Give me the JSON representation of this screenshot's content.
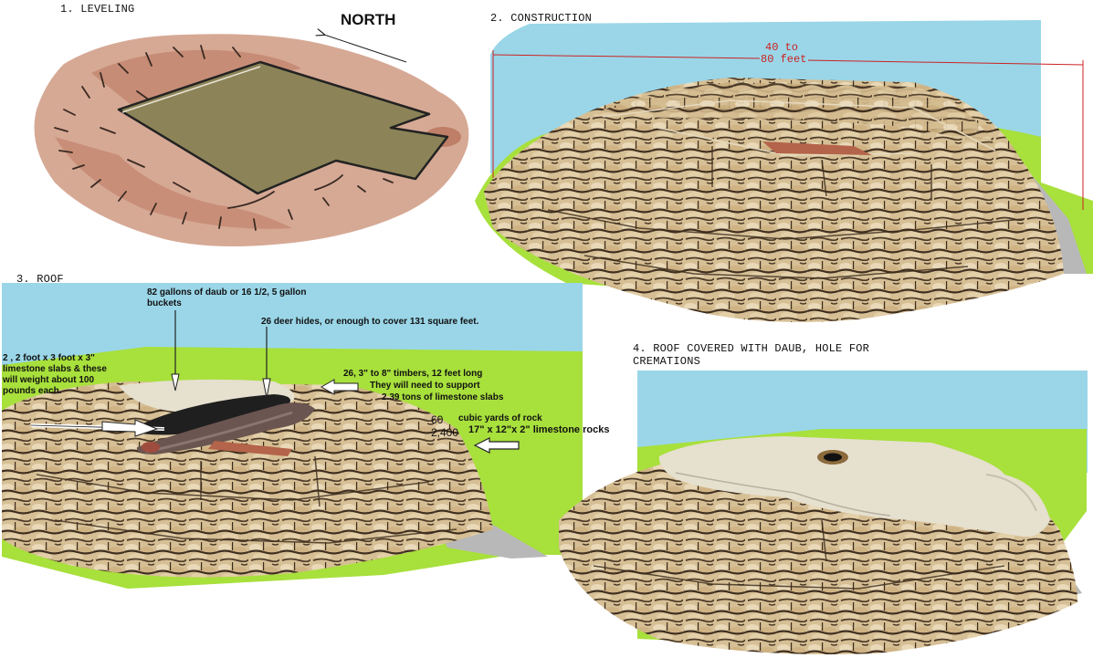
{
  "panels": {
    "leveling": {
      "title": "1. LEVELING",
      "north_label": "NORTH"
    },
    "construction": {
      "title": "2. CONSTRUCTION",
      "dimension_line1": "40 to",
      "dimension_line2": "80 feet"
    },
    "roof": {
      "title": "3. ROOF",
      "daub_label": "82 gallons of daub or 16 1/2, 5 gallon buckets",
      "hides_label": "26 deer hides, or enough to cover 131 square feet.",
      "slabs_label": "2 , 2 foot x 3 foot x 3\" limestone slabs & these will weight about 100 pounds each.",
      "timbers_line1": "26, 3\" to 8\" timbers, 12 feet long",
      "timbers_line2": "They will need to support",
      "timbers_line3": "2.39 tons of limestone slabs",
      "rock_qty_1": "60",
      "rock_qty_2": "2,400",
      "rock_line1": "cubic yards of rock",
      "rock_line2": "17\" x 12\"x 2\" limestone rocks"
    },
    "covered": {
      "title_line1": "4. ROOF COVERED WITH DAUB, HOLE FOR",
      "title_line2": "CREMATIONS"
    }
  },
  "colors": {
    "sky": "#9ad6e8",
    "grass": "#a8e03c",
    "earth": "#c8917a",
    "leveled": "#8c8458",
    "stone_light": "#d8c29a",
    "stone_dark": "#4a3a28",
    "daub": "#e6e0cf",
    "hide": "#222222",
    "gravel": "#bbbbbb",
    "dimension": "#cc2222"
  }
}
